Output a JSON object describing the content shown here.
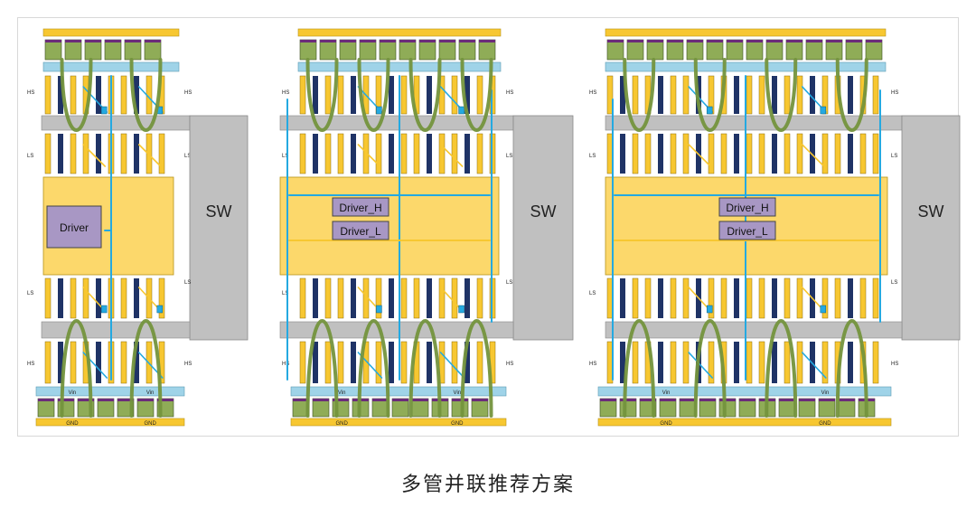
{
  "caption": "多管并联推荐方案",
  "colors": {
    "gold": "#f7c731",
    "gold_light": "#fcd86b",
    "navy": "#1f3366",
    "blue": "#24a9e1",
    "light_blue": "#9fd3e8",
    "gray": "#c0c0c0",
    "olive": "#74943d",
    "pad_green": "#8fac57",
    "purple": "#6b2c7a",
    "driver_box": "#a897c4"
  },
  "layouts": [
    {
      "sw_label": "SW",
      "drivers": [
        "Driver"
      ],
      "labels": {
        "hs": "HS",
        "ls": "LS",
        "vin": "Vin",
        "gnd": "GND"
      }
    },
    {
      "sw_label": "SW",
      "drivers": [
        "Driver_H",
        "Driver_L"
      ],
      "labels": {
        "hs": "HS",
        "ls": "LS",
        "vin": "Vin",
        "gnd": "GND"
      }
    },
    {
      "sw_label": "SW",
      "drivers": [
        "Driver_H",
        "Driver_L"
      ],
      "labels": {
        "hs": "HS",
        "ls": "LS",
        "vin": "Vin",
        "gnd": "GND"
      }
    }
  ]
}
